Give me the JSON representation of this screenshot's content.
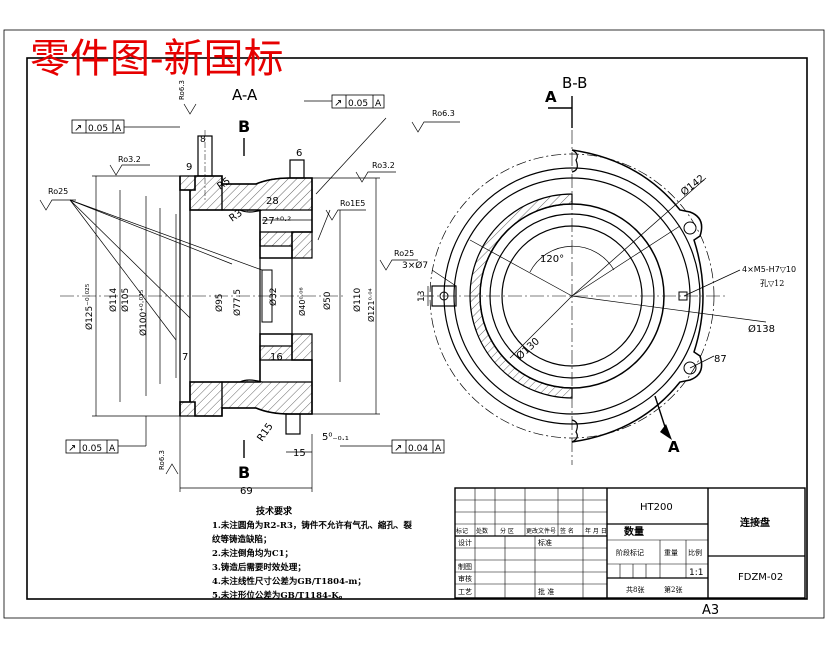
{
  "banner": {
    "text": "零件图-新国标",
    "color": "#e60000"
  },
  "views": {
    "section_aa": "A-A",
    "section_bb": "B-B",
    "cut_b_top": "B",
    "cut_b_bottom": "B",
    "cut_a_top": "A",
    "cut_a_bottom": "A"
  },
  "gdt": [
    {
      "sym": "↗",
      "tol": "0.05",
      "datum": "A"
    },
    {
      "sym": "↗",
      "tol": "0.05",
      "datum": "A"
    },
    {
      "sym": "↗",
      "tol": "0.05",
      "datum": "A"
    },
    {
      "sym": "↗",
      "tol": "0.04",
      "datum": "A"
    }
  ],
  "roughness": [
    "Ro6.3",
    "Ro6.3",
    "Ro3.2",
    "Ro3.2",
    "Ro25",
    "Ro1E5",
    "Ro25",
    "Ro6.3"
  ],
  "dims_aa": {
    "d125": "Ø125⁻⁰·⁰²⁵",
    "d114": "Ø114",
    "d105": "Ø105",
    "d100": "Ø100⁺⁰·⁰³⁵",
    "d95": "Ø95",
    "d77": "Ø77.5",
    "d32": "Ø32",
    "d40": "Ø40⁰·⁰⁶",
    "d50": "Ø50",
    "d110": "Ø110",
    "d121": "Ø121⁰·⁰⁴",
    "r5": "R5",
    "r3": "R3",
    "r15": "R15",
    "w9": "9",
    "w7": "7",
    "w8": "8",
    "w6": "6",
    "w27": "27⁺⁰·²",
    "w28": "28",
    "w16": "16",
    "w15": "15",
    "w5": "5⁰₋₀.₁",
    "w69": "69"
  },
  "dims_bb": {
    "d142": "Ø142",
    "d138": "Ø138",
    "d130": "Ø130",
    "ang120": "120°",
    "holes3": "3×Ø7",
    "w13": "13",
    "r87": "87",
    "thread": "4×M5-H7▽10",
    "thread2": "孔▽12"
  },
  "tech_req": {
    "title": "技术要求",
    "items": [
      "1.未注圆角为R2-R3，铸件不允许有气孔、縮孔、裂",
      "纹等铸造缺陷；",
      "2.未注倒角均为C1；",
      "3.铸造后需要时效处理；",
      "4.未注线性尺寸公差为GB/T1804-m；",
      "5.未注形位公差为GB/T1184-K。"
    ]
  },
  "title_block": {
    "material": "HT200",
    "qty_label": "数量",
    "part_name": "连接盘",
    "drawing_no": "FDZM-02",
    "scale": "1:1",
    "scale_label": "比例",
    "weight_label": "重量",
    "stage_label": "阶段标记",
    "sheets": "共8张",
    "sheet_no": "第2张",
    "rev_headers": [
      "标记",
      "处数",
      "分 区",
      "更改文件号",
      "签 名",
      "年 月 日"
    ],
    "rows": [
      "设计",
      "制图",
      "审核",
      "工艺"
    ],
    "std": "标准",
    "approve": "批 准"
  },
  "sheet_size": "A3"
}
